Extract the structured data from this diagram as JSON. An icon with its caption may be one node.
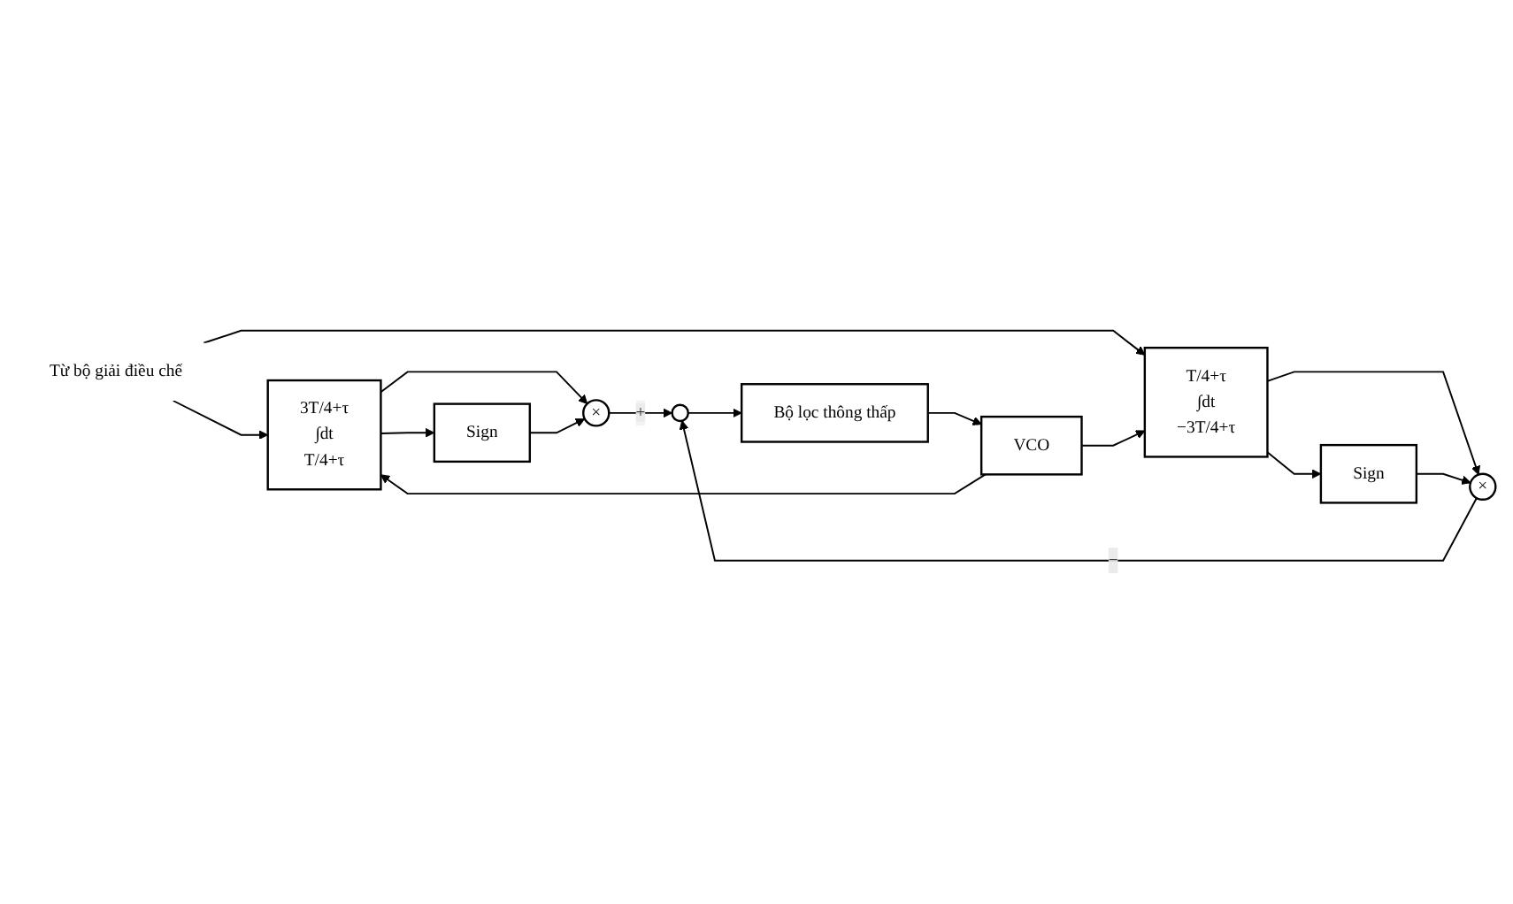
{
  "diagram": {
    "nodes": [
      {
        "text": [
          "Từ bộ giải điều chế"
        ]
      },
      {
        "text": [
          "3T/4+τ",
          "∫dt",
          "T/4+τ"
        ]
      },
      {
        "text": [
          "Sign"
        ]
      },
      {
        "text": [
          "×"
        ]
      },
      {
        "text": [],
        "shape": "circle"
      },
      {
        "text": [
          "Bộ lọc thông thấp"
        ]
      },
      {
        "text": [
          "VCO"
        ]
      },
      {
        "text": [
          "T/4+τ",
          "∫dt",
          "−3T/4+τ"
        ]
      },
      {
        "text": [
          "Sign"
        ]
      },
      {
        "text": [
          "×"
        ]
      }
    ],
    "edges": [
      {
        "from": 0,
        "to": 1,
        "arrow": "to"
      },
      {
        "from": 0,
        "to": 7,
        "arrow": "to"
      },
      {
        "from": 1,
        "to": 2,
        "arrow": "to"
      },
      {
        "from": 1,
        "to": 3,
        "arrow": "to"
      },
      {
        "from": 2,
        "to": 3,
        "arrow": "to"
      },
      {
        "from": 3,
        "to": 4,
        "arrow": "to",
        "label": "+"
      },
      {
        "from": 4,
        "to": 5,
        "arrow": "to"
      },
      {
        "from": 5,
        "to": 6,
        "arrow": "to"
      },
      {
        "from": 6,
        "to": 1,
        "arrow": "to"
      },
      {
        "from": 6,
        "to": 7,
        "arrow": "to"
      },
      {
        "from": 7,
        "to": 8,
        "arrow": "to"
      },
      {
        "from": 7,
        "to": 9,
        "arrow": "to"
      },
      {
        "from": 8,
        "to": 9,
        "arrow": "to"
      },
      {
        "from": 9,
        "to": 4,
        "arrow": "to",
        "label": "−"
      }
    ]
  }
}
